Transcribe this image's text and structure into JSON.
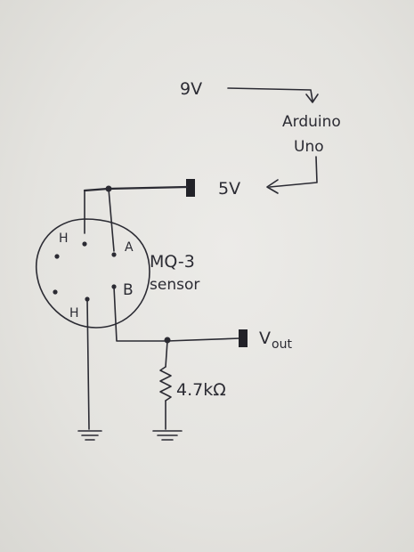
{
  "diagram": {
    "supply": {
      "label": "9V"
    },
    "board": {
      "line1": "Arduino",
      "line2": "Uno"
    },
    "rail": {
      "label": "5V"
    },
    "sensor": {
      "name": "MQ-3",
      "subtitle": "sensor",
      "pins": {
        "h_top": "H",
        "a": "A",
        "b": "B",
        "h_bottom": "H"
      }
    },
    "output": {
      "label_main": "V",
      "label_sub": "out"
    },
    "resistor": {
      "label": "4.7kΩ"
    },
    "ink_color": "#2b2b33",
    "paper_color": "#e7e6e2"
  }
}
